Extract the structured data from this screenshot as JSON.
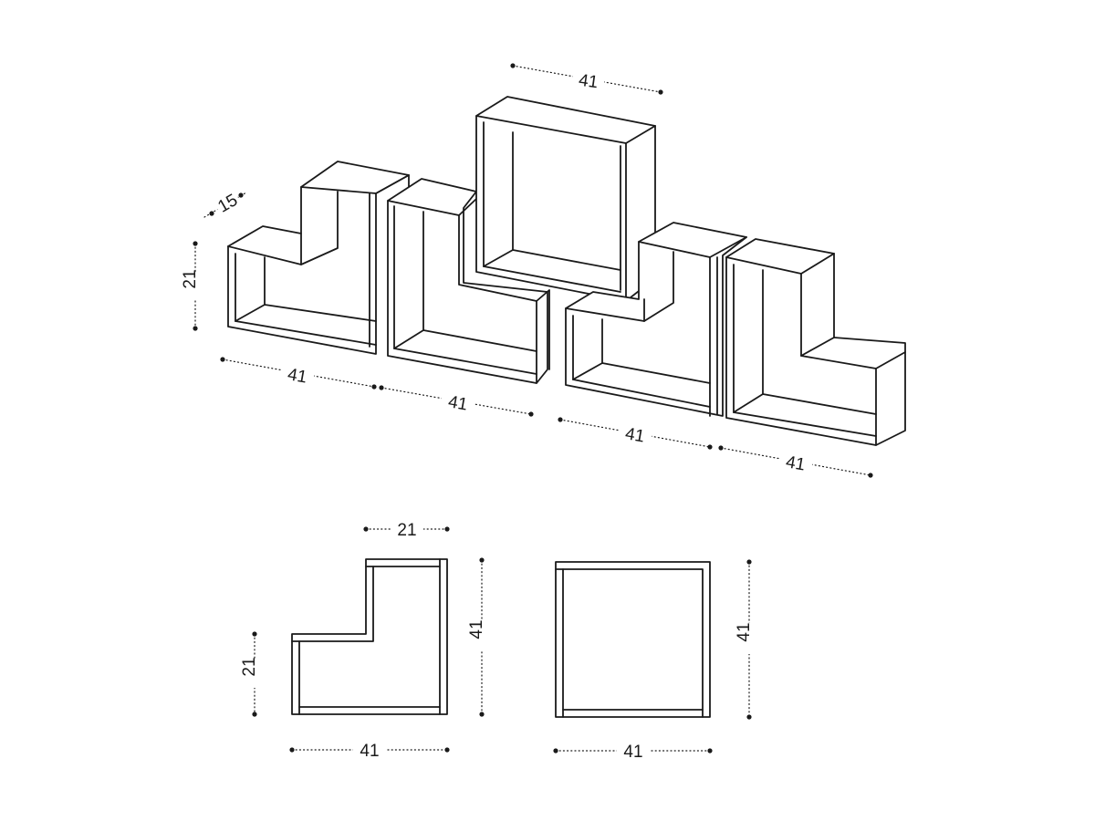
{
  "dimensions": {
    "iso_top_width": "41",
    "iso_depth": "15",
    "iso_height": "21",
    "iso_width_1": "41",
    "iso_width_2": "41",
    "iso_width_3": "41",
    "iso_width_4": "41",
    "l_top_width": "21",
    "l_step_height": "21",
    "l_full_height": "41",
    "l_full_width": "41",
    "sq_height": "41",
    "sq_width": "41"
  }
}
